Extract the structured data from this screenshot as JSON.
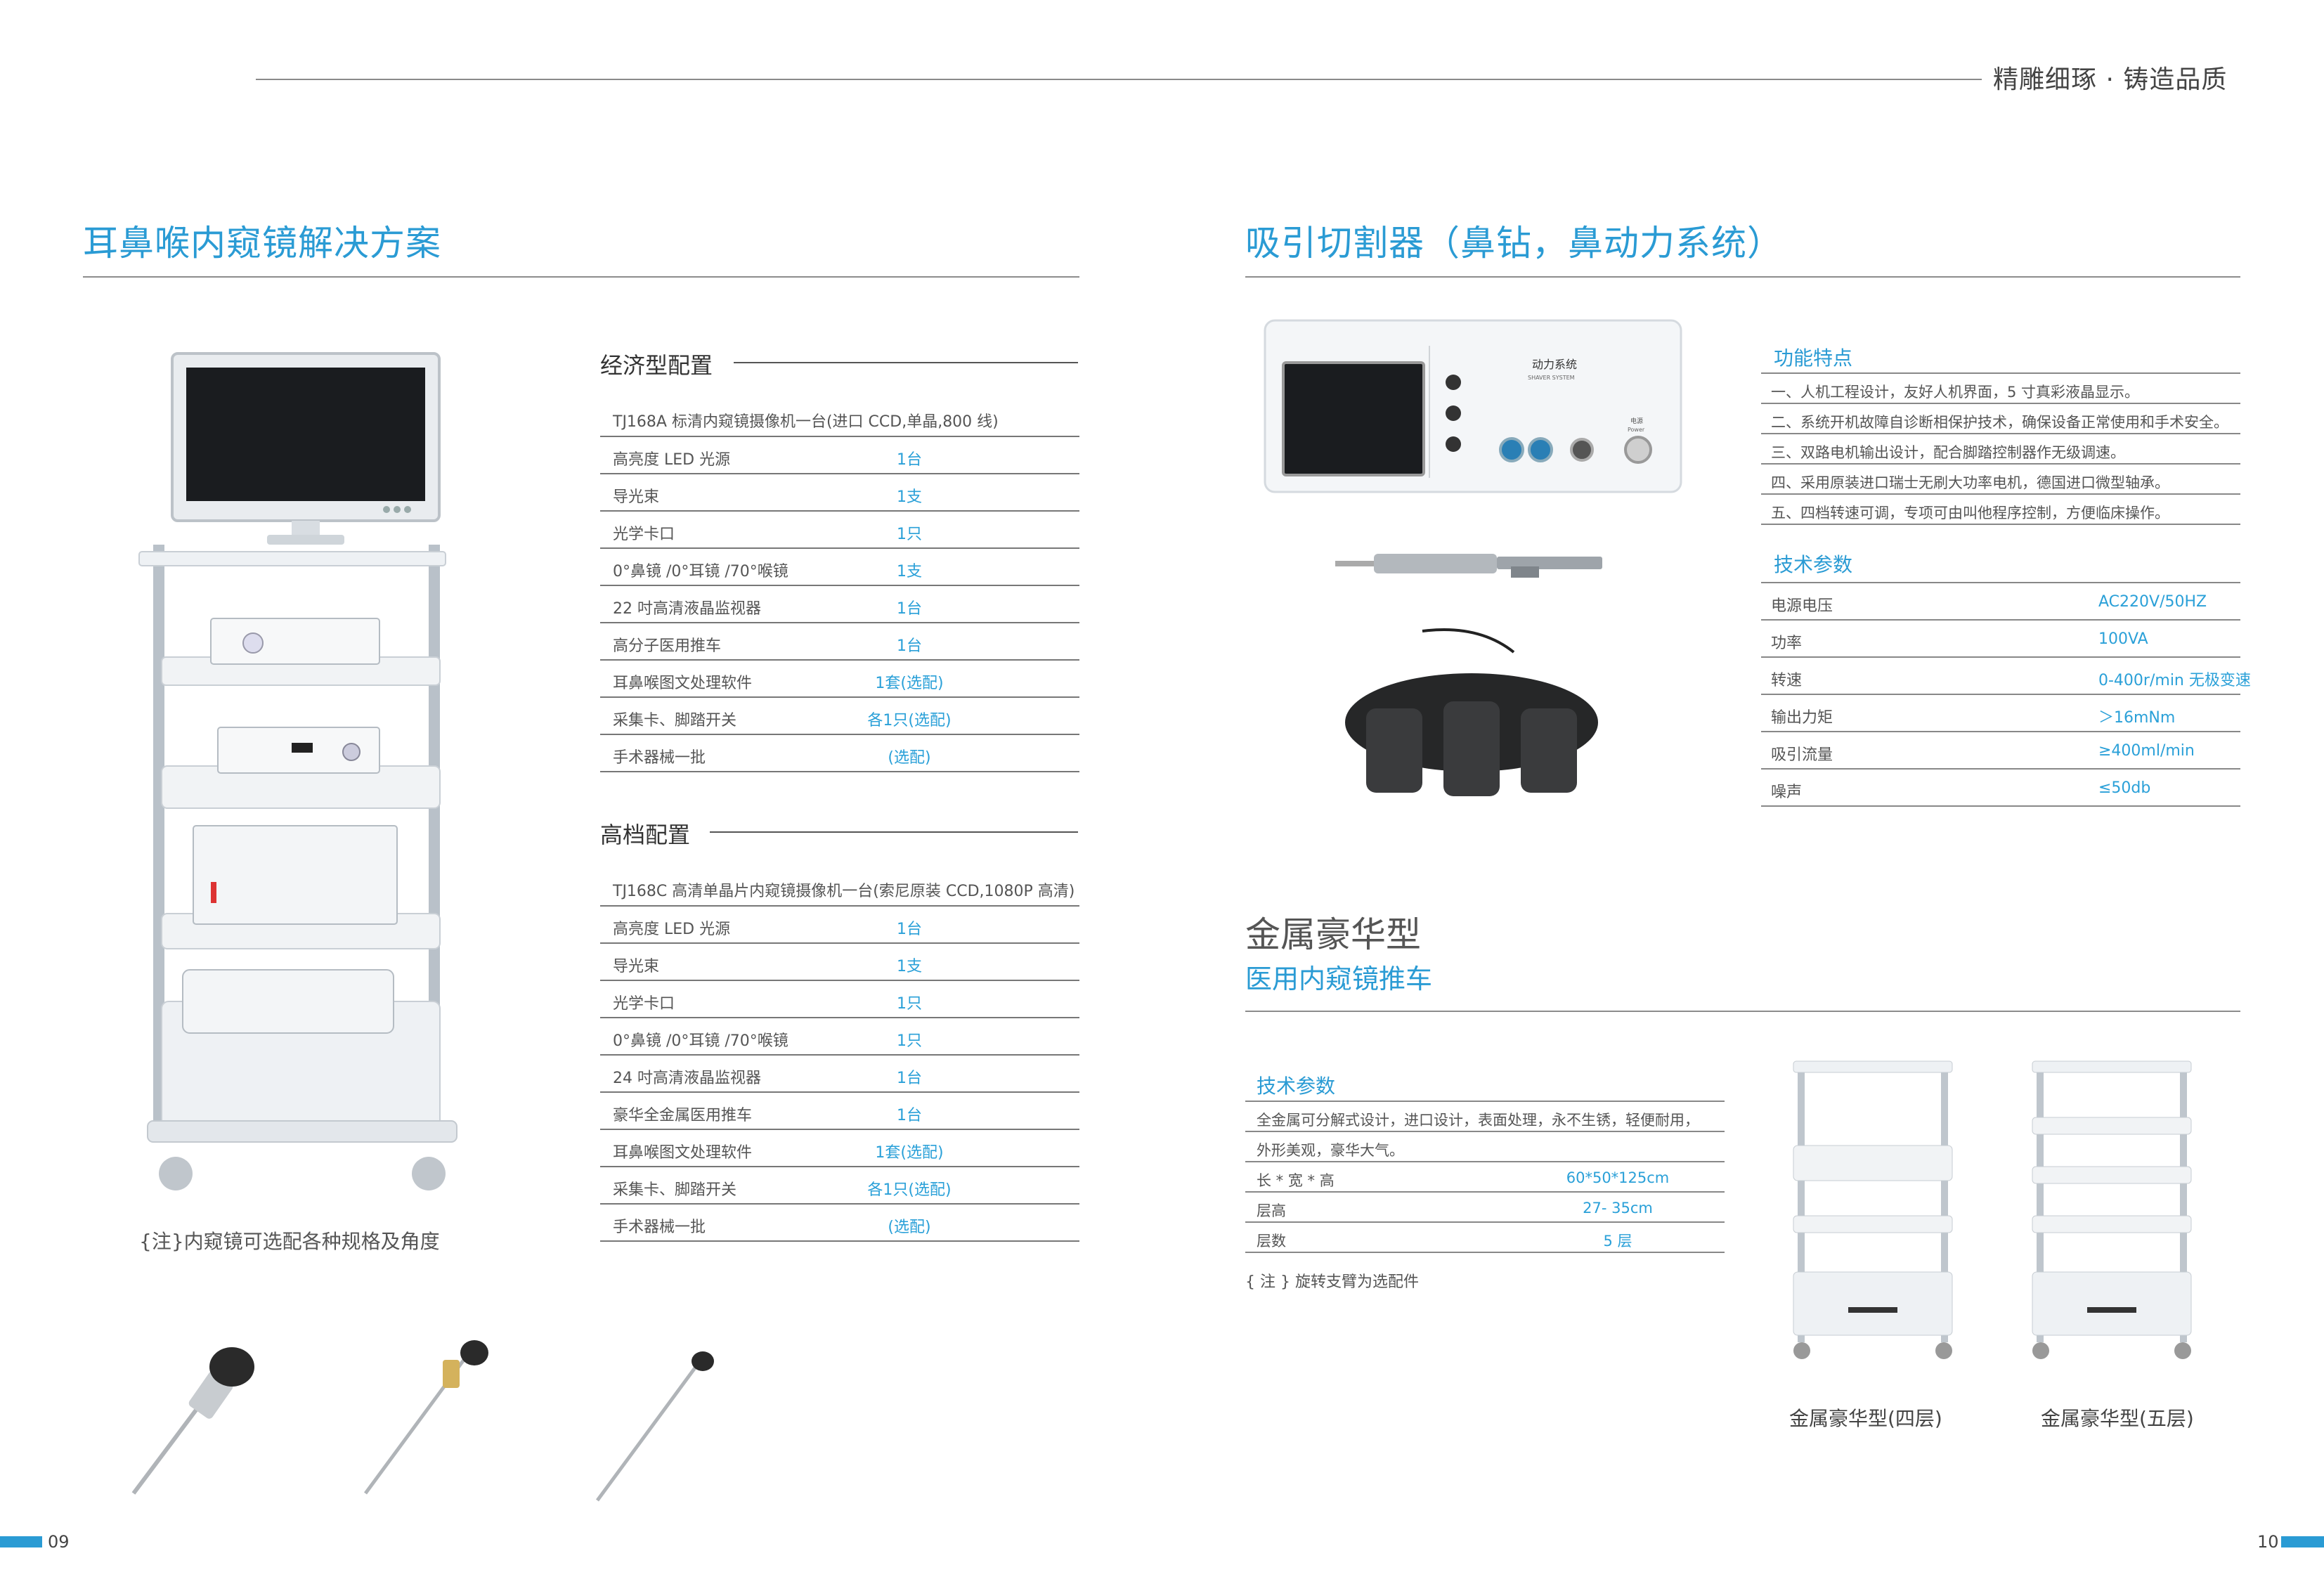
{
  "header": {
    "slogan": "精雕细琢 · 铸造品质"
  },
  "left": {
    "title": "耳鼻喉内窥镜解决方案",
    "note": "{注}内窥镜可选配各种规格及角度",
    "economy": {
      "heading": "经济型配置",
      "first": "TJ168A 标清内窥镜摄像机一台(进口 CCD,单晶,800 线)",
      "rows": [
        {
          "name": "高亮度 LED 光源",
          "qty": "1台"
        },
        {
          "name": "导光束",
          "qty": "1支"
        },
        {
          "name": "光学卡口",
          "qty": "1只"
        },
        {
          "name": "0°鼻镜 /0°耳镜 /70°喉镜",
          "qty": "1支"
        },
        {
          "name": "22 吋高清液晶监视器",
          "qty": "1台"
        },
        {
          "name": "高分子医用推车",
          "qty": "1台"
        },
        {
          "name": "耳鼻喉图文处理软件",
          "qty": "1套(选配)"
        },
        {
          "name": "采集卡、脚踏开关",
          "qty": "各1只(选配)"
        },
        {
          "name": "手术器械一批",
          "qty": "(选配)"
        }
      ]
    },
    "premium": {
      "heading": "高档配置",
      "first": "TJ168C 高清单晶片内窥镜摄像机一台(索尼原装 CCD,1080P 高清)",
      "rows": [
        {
          "name": "高亮度 LED 光源",
          "qty": "1台"
        },
        {
          "name": "导光束",
          "qty": "1支"
        },
        {
          "name": "光学卡口",
          "qty": "1只"
        },
        {
          "name": "0°鼻镜 /0°耳镜 /70°喉镜",
          "qty": "1只"
        },
        {
          "name": "24 吋高清液晶监视器",
          "qty": "1台"
        },
        {
          "name": "豪华全金属医用推车",
          "qty": "1台"
        },
        {
          "name": "耳鼻喉图文处理软件",
          "qty": "1套(选配)"
        },
        {
          "name": "采集卡、脚踏开关",
          "qty": "各1只(选配)"
        },
        {
          "name": "手术器械一批",
          "qty": "(选配)"
        }
      ]
    },
    "page_number": "09"
  },
  "right": {
    "title": "吸引切割器（鼻钻，鼻动力系统）",
    "device_brand": "动力系统",
    "device_brand_en": "SHAVER SYSTEM",
    "power_label": "电源",
    "power_label_en": "Power",
    "features": {
      "heading": "功能特点",
      "items": [
        "一、人机工程设计，友好人机界面，5 寸真彩液晶显示。",
        "二、系统开机故障自诊断相保护技术，确保设备正常使用和手术安全。",
        "三、双路电机输出设计，配合脚踏控制器作无级调速。",
        "四、采用原装进口瑞士无刷大功率电机，德国进口微型轴承。",
        "五、四档转速可调，专项可由叫他程序控制，方便临床操作。"
      ]
    },
    "specs": {
      "heading": "技术参数",
      "rows": [
        {
          "key": "电源电压",
          "value": "AC220V/50HZ"
        },
        {
          "key": "功率",
          "value": "100VA"
        },
        {
          "key": "转速",
          "value": "0-400r/min 无极变速"
        },
        {
          "key": "输出力矩",
          "value": "＞16mNm"
        },
        {
          "key": "吸引流量",
          "value": "≥400ml/min"
        },
        {
          "key": "噪声",
          "value": "≤50db"
        }
      ]
    },
    "cart": {
      "title": "金属豪华型",
      "subtitle": "医用内窥镜推车",
      "spec_heading": "技术参数",
      "desc1": "全金属可分解式设计，进口设计，表面处理，永不生锈，轻便耐用，",
      "desc2": "外形美观，豪华大气。",
      "rows": [
        {
          "key": "长 * 宽 * 高",
          "value": "60*50*125cm"
        },
        {
          "key": "层高",
          "value": "27- 35cm"
        },
        {
          "key": "层数",
          "value": "5 层"
        }
      ],
      "note": "{ 注 } 旋转支臂为选配件",
      "caption4": "金属豪华型(四层)",
      "caption5": "金属豪华型(五层)"
    },
    "page_number": "10"
  }
}
